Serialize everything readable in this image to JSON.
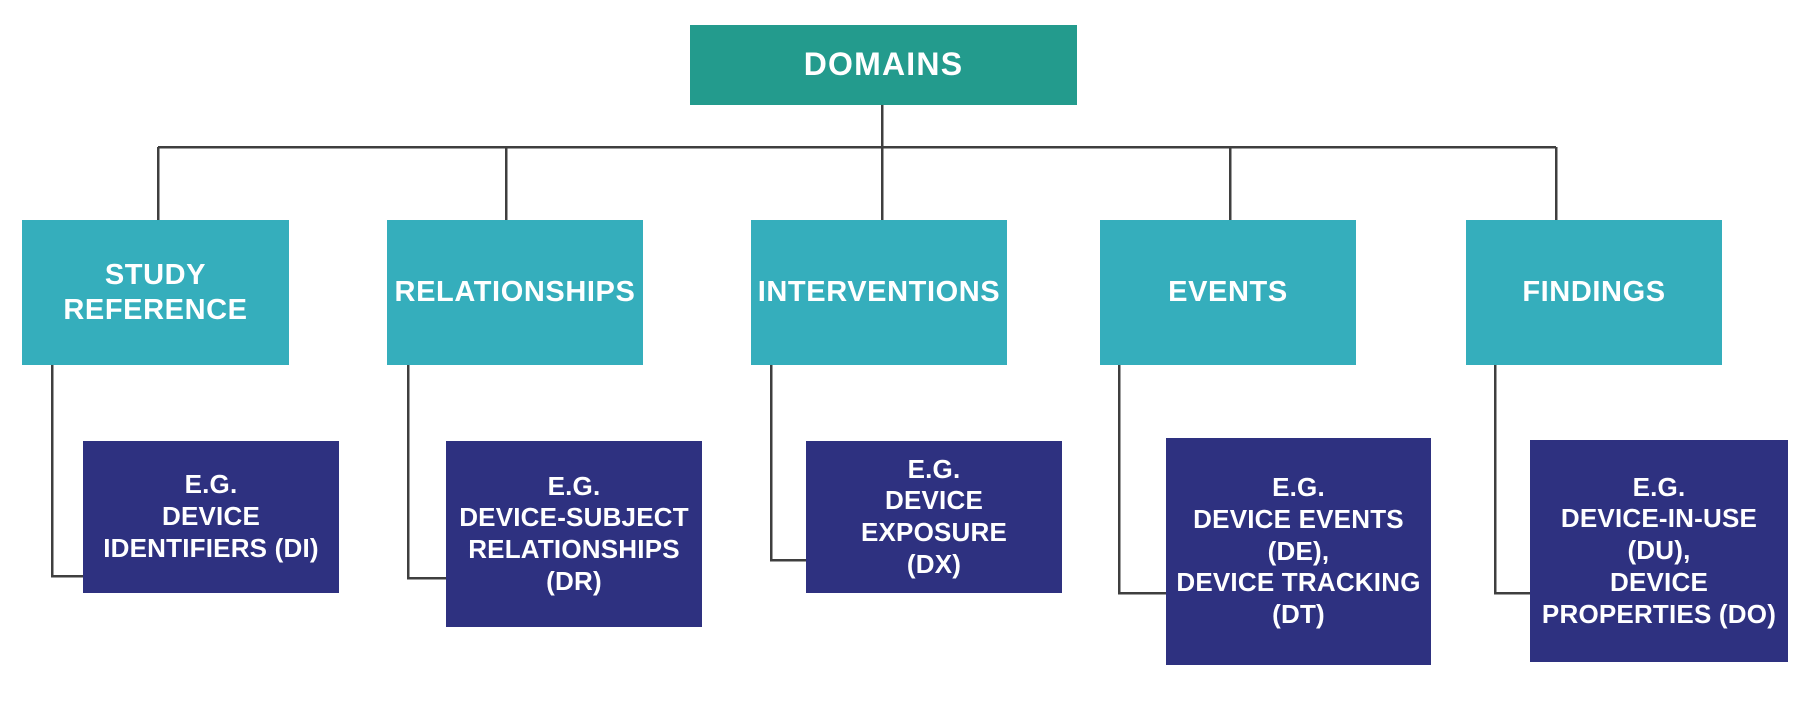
{
  "diagram": {
    "title": "Domains hierarchy",
    "colors": {
      "root_fill": "#239b8d",
      "category_fill": "#35aebc",
      "example_fill": "#2e3180",
      "connector": "#3f3f3f",
      "text": "#ffffff",
      "background": "#ffffff"
    },
    "root": {
      "label": "DOMAINS"
    },
    "categories": [
      {
        "id": "study-reference",
        "label": "STUDY\nREFERENCE",
        "example": {
          "id": "device-identifiers",
          "label": "E.G.\nDEVICE\nIDENTIFIERS (DI)"
        }
      },
      {
        "id": "relationships",
        "label": "RELATIONSHIPS",
        "example": {
          "id": "device-subject-relationships",
          "label": "E.G.\nDEVICE-SUBJECT\nRELATIONSHIPS\n(DR)"
        }
      },
      {
        "id": "interventions",
        "label": "INTERVENTIONS",
        "example": {
          "id": "device-exposure",
          "label": "E.G.\nDEVICE EXPOSURE\n(DX)"
        }
      },
      {
        "id": "events",
        "label": "EVENTS",
        "example": {
          "id": "device-events-tracking",
          "label": "E.G.\nDEVICE EVENTS\n(DE),\nDEVICE TRACKING\n(DT)"
        }
      },
      {
        "id": "findings",
        "label": "FINDINGS",
        "example": {
          "id": "device-in-use-properties",
          "label": "E.G.\nDEVICE-IN-USE\n(DU),\nDEVICE\nPROPERTIES (DO)"
        }
      }
    ]
  }
}
